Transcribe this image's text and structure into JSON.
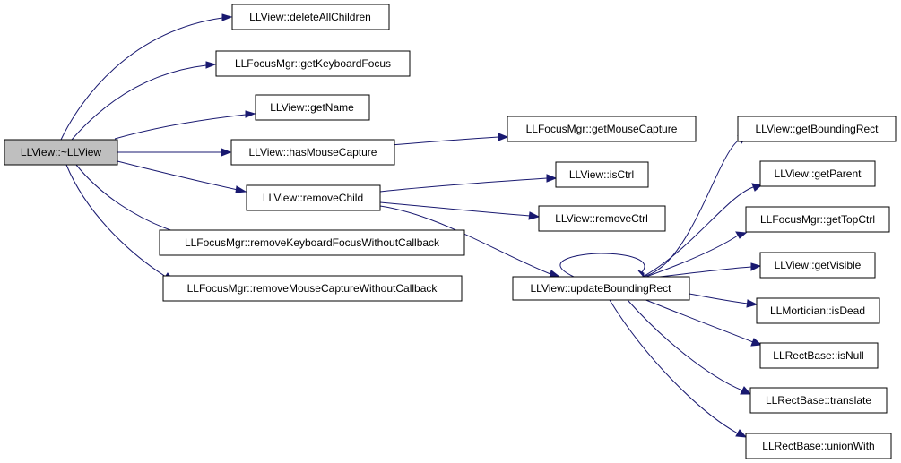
{
  "nodes": {
    "root": "LLView::~LLView",
    "deleteAllChildren": "LLView::deleteAllChildren",
    "getKeyboardFocus": "LLFocusMgr::getKeyboardFocus",
    "getName": "LLView::getName",
    "hasMouseCapture": "LLView::hasMouseCapture",
    "removeChild": "LLView::removeChild",
    "removeKeyboardFocusWithoutCallback": "LLFocusMgr::removeKeyboardFocusWithoutCallback",
    "removeMouseCaptureWithoutCallback": "LLFocusMgr::removeMouseCaptureWithoutCallback",
    "getMouseCapture": "LLFocusMgr::getMouseCapture",
    "isCtrl": "LLView::isCtrl",
    "removeCtrl": "LLView::removeCtrl",
    "updateBoundingRect": "LLView::updateBoundingRect",
    "getBoundingRect": "LLView::getBoundingRect",
    "getParent": "LLView::getParent",
    "getTopCtrl": "LLFocusMgr::getTopCtrl",
    "getVisible": "LLView::getVisible",
    "isDead": "LLMortician::isDead",
    "isNull": "LLRectBase::isNull",
    "translate": "LLRectBase::translate",
    "unionWith": "LLRectBase::unionWith"
  },
  "edges": [
    [
      "root",
      "deleteAllChildren"
    ],
    [
      "root",
      "getKeyboardFocus"
    ],
    [
      "root",
      "getName"
    ],
    [
      "root",
      "hasMouseCapture"
    ],
    [
      "root",
      "removeChild"
    ],
    [
      "root",
      "removeKeyboardFocusWithoutCallback"
    ],
    [
      "root",
      "removeMouseCaptureWithoutCallback"
    ],
    [
      "hasMouseCapture",
      "getMouseCapture"
    ],
    [
      "removeChild",
      "isCtrl"
    ],
    [
      "removeChild",
      "removeCtrl"
    ],
    [
      "removeChild",
      "updateBoundingRect"
    ],
    [
      "updateBoundingRect",
      "updateBoundingRect"
    ],
    [
      "updateBoundingRect",
      "getBoundingRect"
    ],
    [
      "updateBoundingRect",
      "getParent"
    ],
    [
      "updateBoundingRect",
      "getTopCtrl"
    ],
    [
      "updateBoundingRect",
      "getVisible"
    ],
    [
      "updateBoundingRect",
      "isDead"
    ],
    [
      "updateBoundingRect",
      "isNull"
    ],
    [
      "updateBoundingRect",
      "translate"
    ],
    [
      "updateBoundingRect",
      "unionWith"
    ]
  ],
  "colors": {
    "edge": "#191970",
    "root_fill": "#bfbfbf",
    "node_fill": "#ffffff",
    "border": "#000000"
  }
}
